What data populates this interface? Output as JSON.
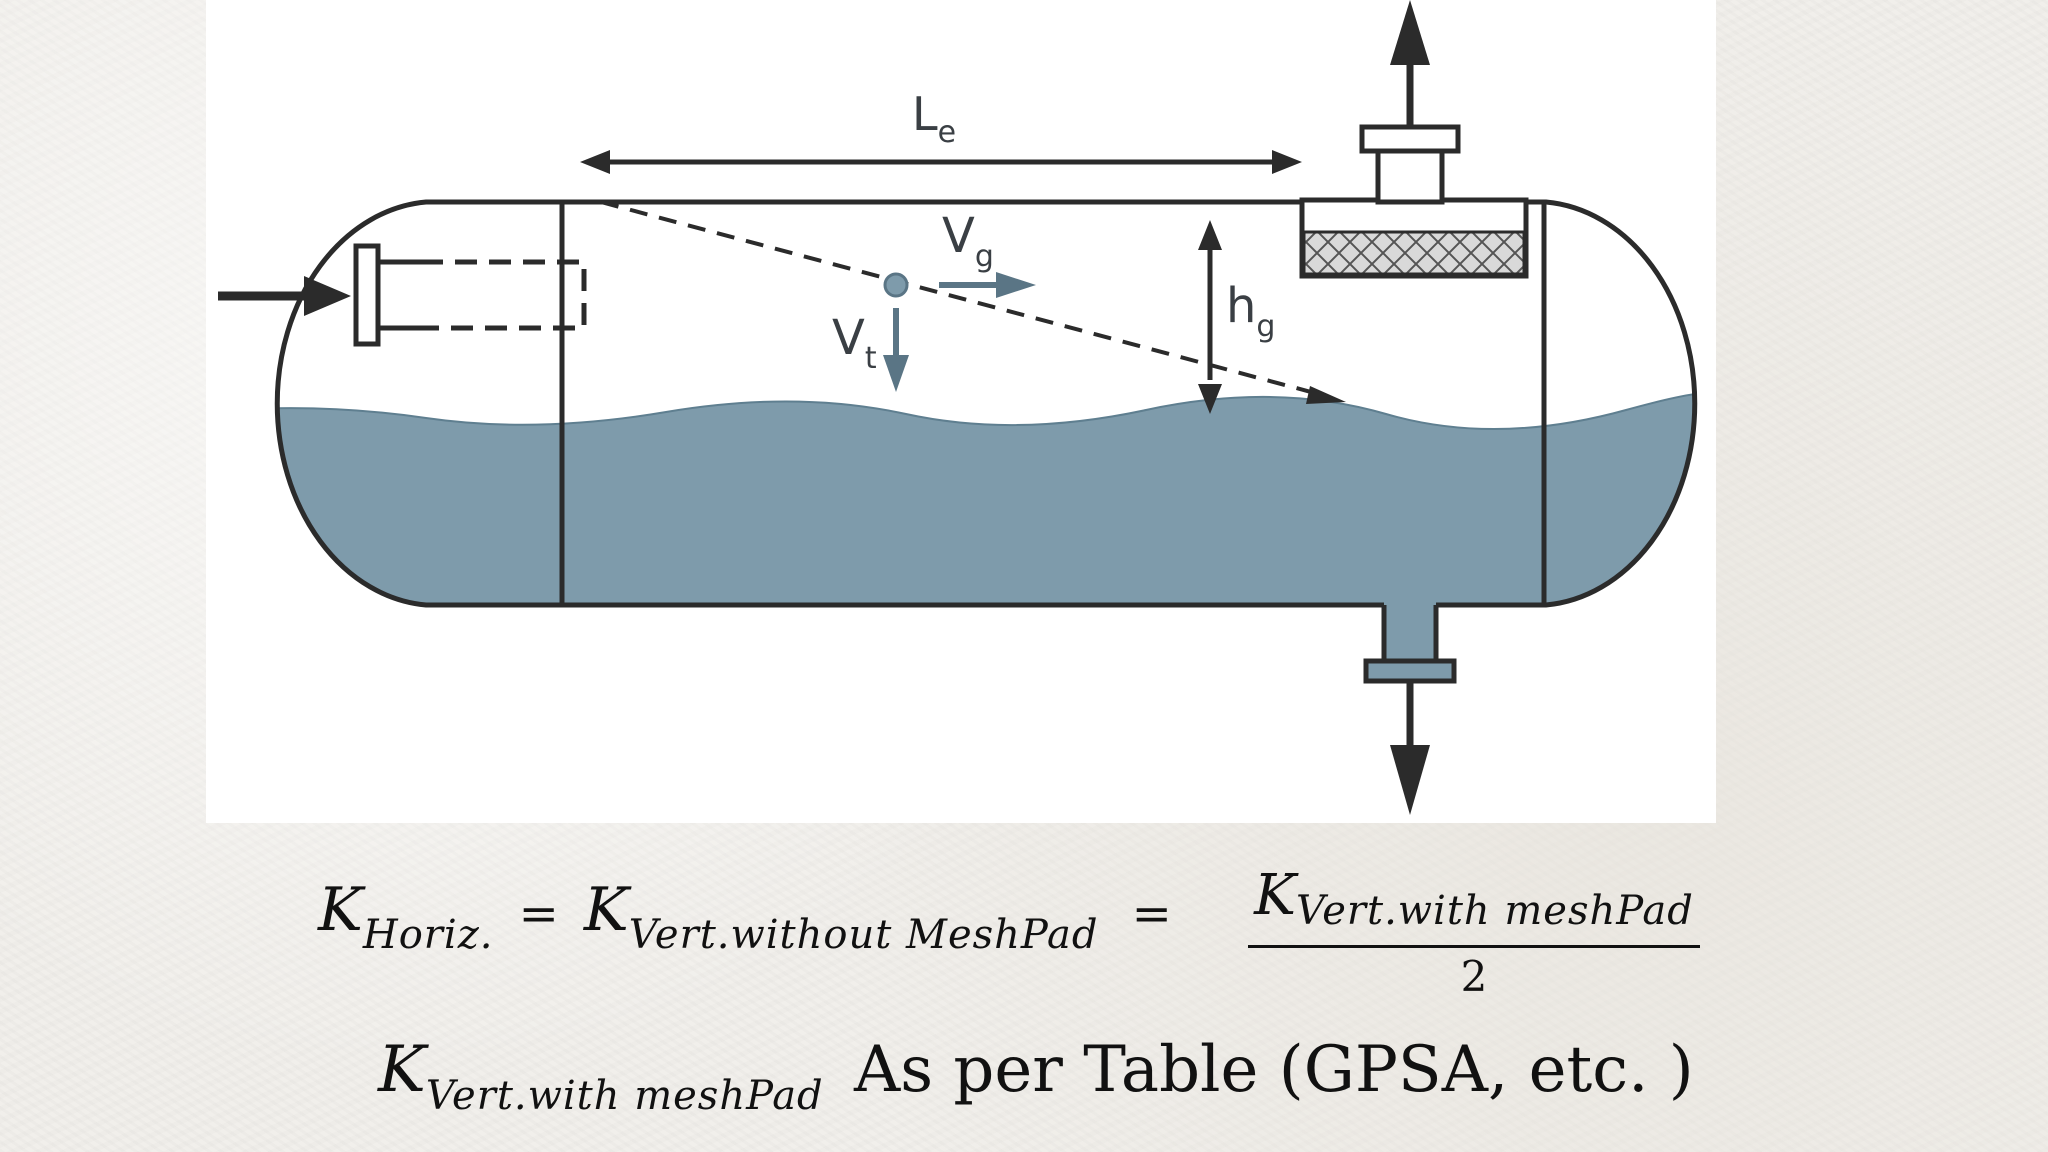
{
  "diagram": {
    "labels": {
      "le": {
        "main": "L",
        "sub": "e"
      },
      "vg": {
        "main": "V",
        "sub": "g"
      },
      "vt": {
        "main": "V",
        "sub": "t"
      },
      "hg": {
        "main": "h",
        "sub": "g"
      }
    },
    "colors": {
      "liquid": "#7e9bab",
      "outline": "#2b2b2b",
      "vector": "#5a7585",
      "background": "#ffffff"
    }
  },
  "equations": {
    "line1": {
      "k_horiz": {
        "main": "K",
        "sub": "Horiz."
      },
      "eq1": "=",
      "k_vert_without": {
        "main": "K",
        "sub": "Vert.without MeshPad"
      },
      "eq2": "=",
      "numerator": {
        "main": "K",
        "sub": "Vert.with meshPad"
      },
      "denominator": "2"
    },
    "line2": {
      "k_vert_with": {
        "main": "K",
        "sub": "Vert.with meshPad"
      },
      "text": "As per Table (GPSA, etc. )"
    }
  }
}
